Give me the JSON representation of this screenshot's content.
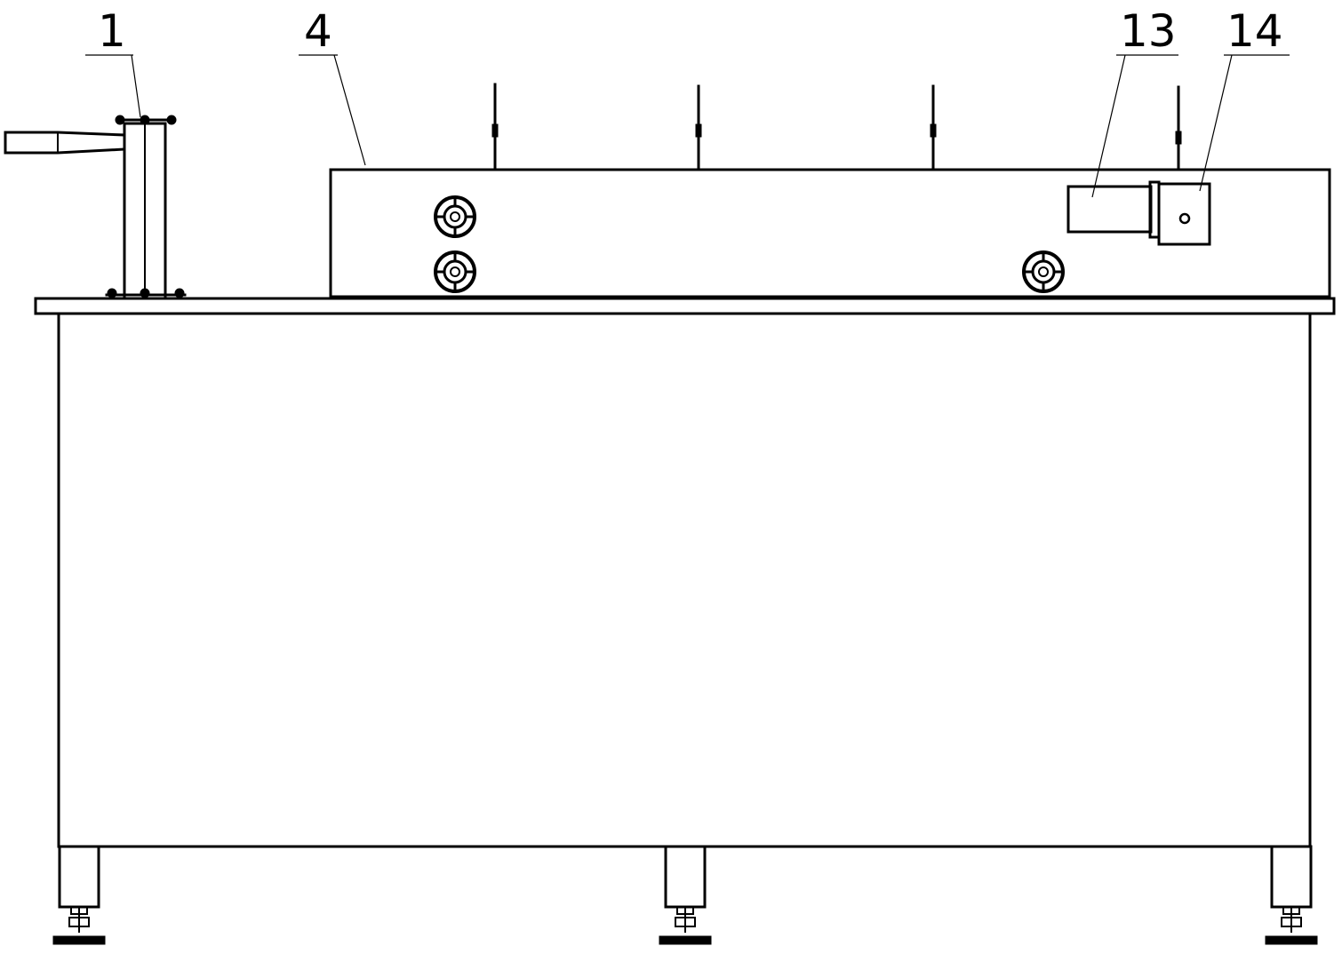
{
  "drawing": {
    "callouts": [
      {
        "id": "label-1",
        "text": "1"
      },
      {
        "id": "label-4",
        "text": "4"
      },
      {
        "id": "label-13",
        "text": "13"
      },
      {
        "id": "label-14",
        "text": "14"
      }
    ],
    "line_color": "#000000",
    "background": "#ffffff"
  }
}
